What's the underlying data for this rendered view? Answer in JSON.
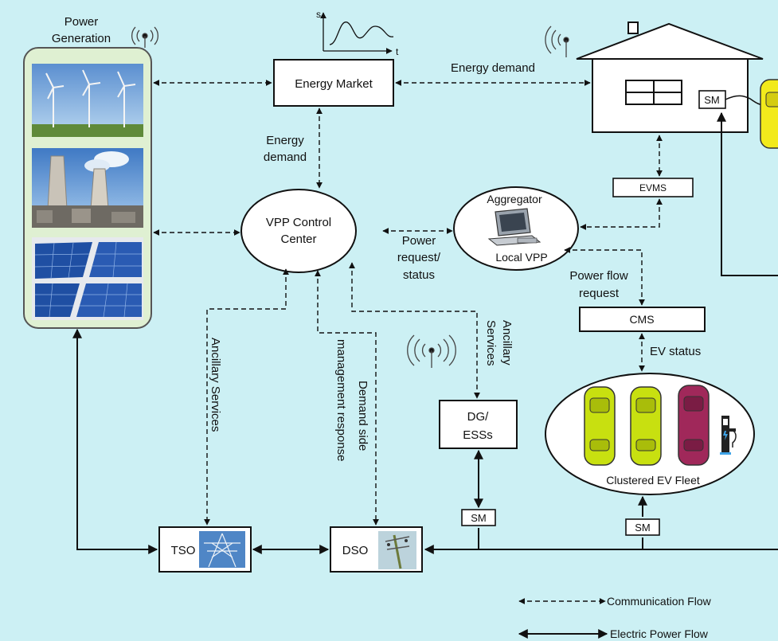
{
  "colors": {
    "background": "#ccf0f4",
    "line": "#111111",
    "box_fill": "#ffffff",
    "generation_panel": "#dff0d2",
    "car_lime": "#c8e010",
    "car_maroon": "#a0285a",
    "car_yellow": "#f2ea1c"
  },
  "generation": {
    "title_line1": "Power",
    "title_line2": "Generation"
  },
  "boxes": {
    "energy_market": "Energy Market",
    "evms": "EVMS",
    "cms": "CMS",
    "dg_line1": "DG/",
    "dg_line2": "ESSs",
    "tso": "TSO",
    "dso": "DSO",
    "sm": "SM"
  },
  "nodes": {
    "vpp_line1": "VPP Control",
    "vpp_line2": "Center",
    "aggregator": "Aggregator",
    "local_vpp": "Local VPP",
    "ev_fleet": "Clustered EV Fleet"
  },
  "labels": {
    "energy_demand_top": "Energy demand",
    "energy_demand_v1": "Energy",
    "energy_demand_v2": "demand",
    "power_req_1": "Power",
    "power_req_2": "request/",
    "power_req_3": "status",
    "power_flow_1": "Power flow",
    "power_flow_2": "request",
    "ev_status": "EV status",
    "anc_left": "Ancillary Services",
    "dsm_1": "Demand side",
    "dsm_2": "management response",
    "anc_right_1": "Ancillary",
    "anc_right_2": "Services"
  },
  "mini_plot": {
    "y_axis": "s",
    "x_axis": "t"
  },
  "legend": {
    "communication": "Communication Flow",
    "electric": "Electric Power  Flow"
  }
}
